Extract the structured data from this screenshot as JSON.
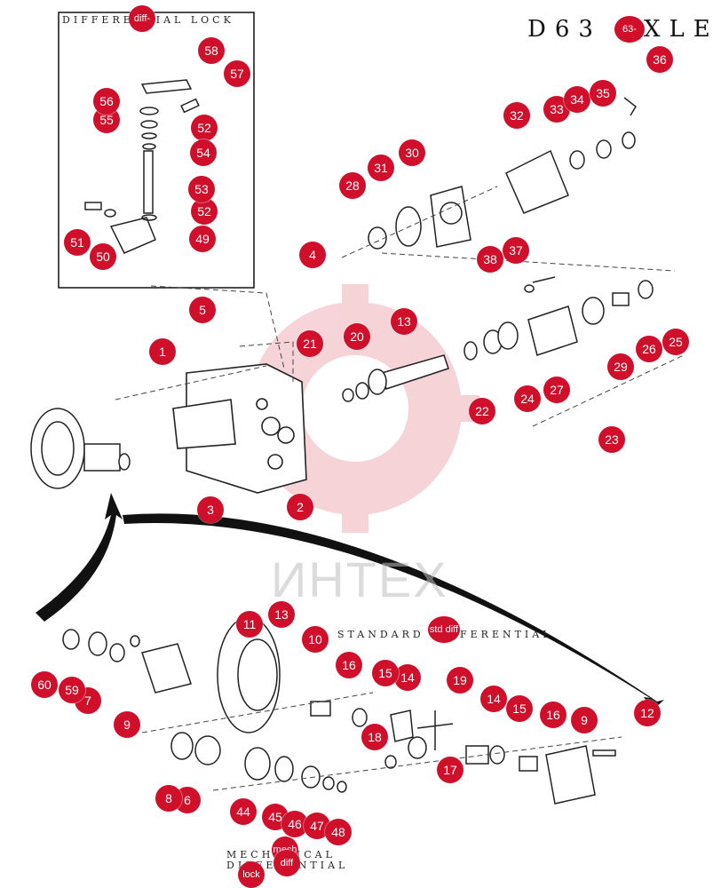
{
  "page": {
    "title": "D63 AXLE",
    "title_tag": "63-axle",
    "watermark": "ИНТЕХ",
    "accent_color": "#d0102a"
  },
  "sections": {
    "differential_lock_box": {
      "caption": "DIFFERENTIAL LOCK",
      "badge": "diff-lock"
    },
    "standard_differential": {
      "caption": "STANDARD DIFFERENTIAL",
      "badge": "std diff"
    },
    "mechanical_lock": {
      "caption_line1": "MECHANICAL",
      "caption_line2": "DIFFERENTIAL",
      "badge_1": "mech",
      "badge_2": "diff",
      "badge_3": "lock"
    }
  },
  "callouts": [
    "1",
    "2",
    "3",
    "4",
    "5",
    "6",
    "7",
    "8",
    "9",
    "9",
    "10",
    "11",
    "12",
    "13",
    "13",
    "14",
    "14",
    "15",
    "15",
    "16",
    "16",
    "17",
    "18",
    "19",
    "20",
    "21",
    "22",
    "23",
    "24",
    "25",
    "26",
    "27",
    "28",
    "29",
    "30",
    "31",
    "32",
    "33",
    "34",
    "35",
    "36",
    "37",
    "38",
    "44",
    "45",
    "46",
    "47",
    "48",
    "49",
    "50",
    "51",
    "52",
    "52",
    "53",
    "54",
    "55",
    "56",
    "57",
    "58",
    "59",
    "60"
  ]
}
